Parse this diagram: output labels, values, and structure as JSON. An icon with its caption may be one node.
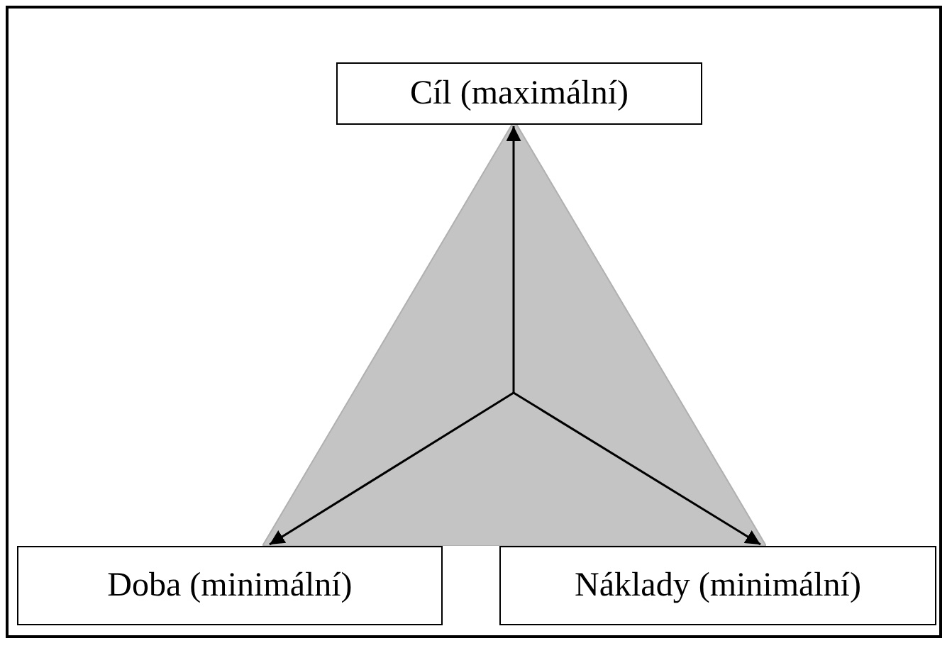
{
  "diagram": {
    "nodes": [
      {
        "text": [],
        "shape": "triangle"
      },
      {
        "text": [
          "Cíl (maximální)"
        ]
      },
      {
        "text": [
          "Doba (minimální)"
        ]
      },
      {
        "text": [
          "Náklady (minimální)"
        ]
      }
    ],
    "edges": [
      {
        "from": 0,
        "to": 1,
        "arrow": "to"
      },
      {
        "from": 0,
        "to": 2,
        "arrow": "to"
      },
      {
        "from": 0,
        "to": 3,
        "arrow": "to"
      }
    ]
  }
}
